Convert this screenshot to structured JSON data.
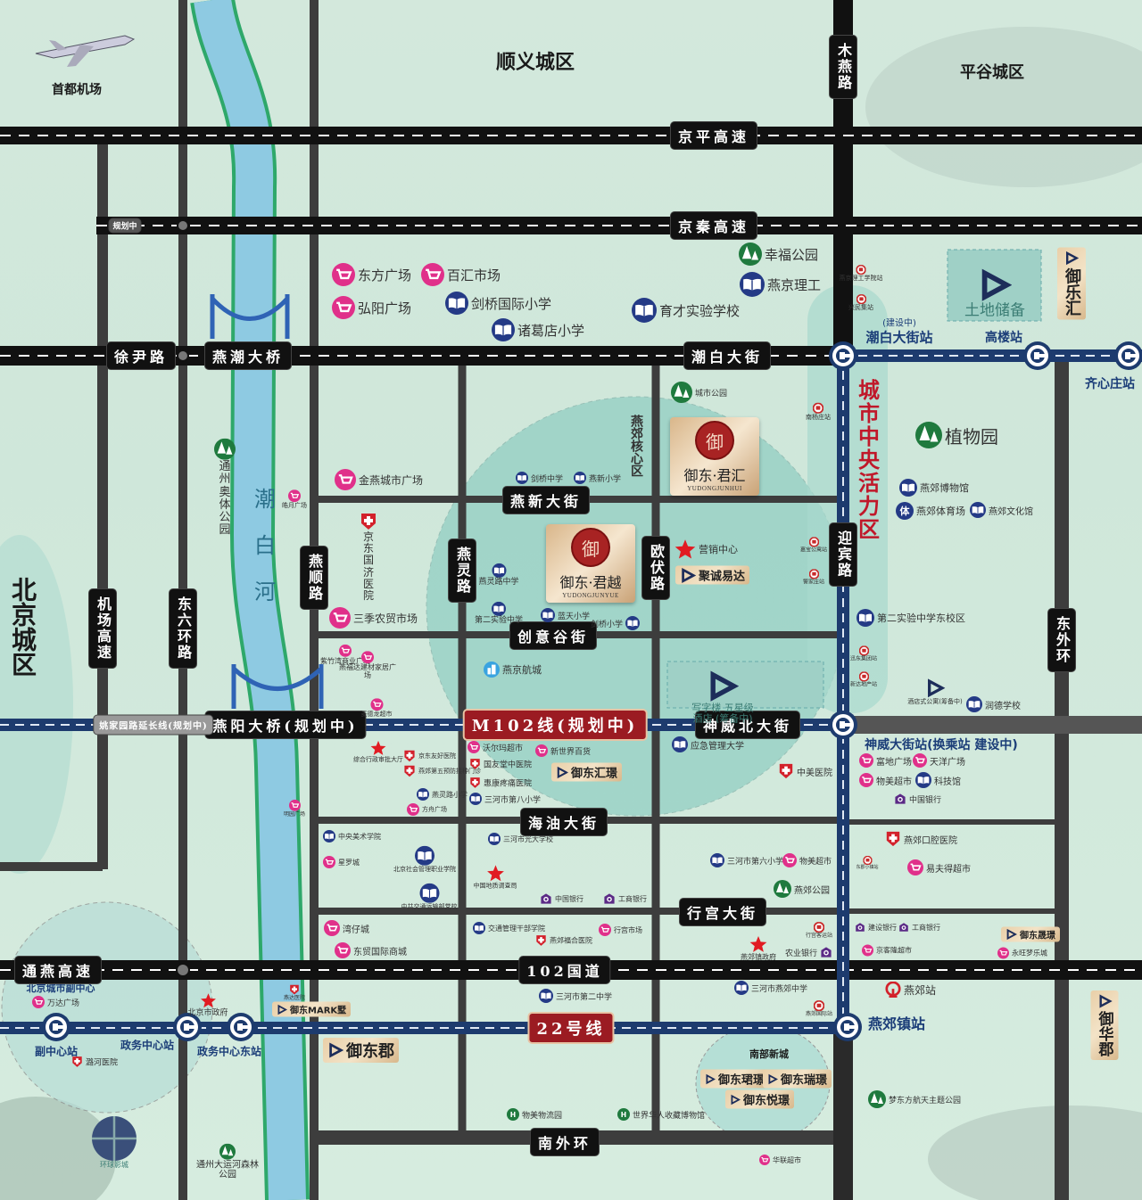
{
  "areas": {
    "shunyi": "顺义城区",
    "pinggu": "平谷城区",
    "beijing": "北京城区",
    "airport": "首都机场",
    "vibrant_zone": "城市中央活力区",
    "core_zone": "燕郊核心区",
    "south_new_city": "南部新城",
    "sub_center": "北京城市副中心"
  },
  "roads": [
    "京平高速",
    "京秦高速",
    "规划中",
    "徐尹路",
    "燕潮大桥",
    "潮白大街",
    "木燕路",
    "燕新大街",
    "创意谷街",
    "燕阳大桥(规划中)",
    "姚家园路延长线(规划中)",
    "M102线(规划中)",
    "神威北大街",
    "海油大街",
    "行宫大街",
    "102国道",
    "通燕高速",
    "22号线",
    "南外环",
    "燕顺路",
    "燕灵路",
    "欧伏路",
    "迎宾路",
    "机场高速",
    "东六环路",
    "东外环",
    "潮白河"
  ],
  "stations": [
    {
      "label": "潮白大街站",
      "note": "(建设中)"
    },
    {
      "label": "高楼站"
    },
    {
      "label": "齐心庄站"
    },
    {
      "label": "神威大街站(换乘站 建设中)"
    },
    {
      "label": "燕郊镇站"
    },
    {
      "label": "副中心站"
    },
    {
      "label": "政务中心站"
    },
    {
      "label": "政务中心东站"
    }
  ],
  "projects": [
    {
      "seal": "御",
      "name": "御东·君越",
      "pinyin": "YUDONGJUNYUE"
    },
    {
      "seal": "御",
      "name": "御东·君汇",
      "pinyin": "YUDONGJUNHUI"
    }
  ],
  "pois": [
    {
      "label": "东方广场",
      "icon": "shop"
    },
    {
      "label": "百汇市场",
      "icon": "shop"
    },
    {
      "label": "弘阳广场",
      "icon": "shop"
    },
    {
      "label": "剑桥国际小学",
      "icon": "school"
    },
    {
      "label": "诸葛店小学",
      "icon": "school"
    },
    {
      "label": "育才实验学校",
      "icon": "school"
    },
    {
      "label": "幸福公园",
      "icon": "park"
    },
    {
      "label": "燕京理工",
      "icon": "school"
    },
    {
      "label": "燕京理工学院站",
      "icon": "bus"
    },
    {
      "label": "兴民集站",
      "icon": "bus"
    },
    {
      "label": "土地储备",
      "icon": "brand"
    },
    {
      "label": "御乐汇",
      "icon": "brand"
    },
    {
      "label": "城市公园",
      "icon": "park"
    },
    {
      "label": "南杨庄站",
      "icon": "bus"
    },
    {
      "label": "植物园",
      "icon": "park"
    },
    {
      "label": "燕郊博物馆",
      "icon": "school"
    },
    {
      "label": "燕郊体育场",
      "icon": "sport"
    },
    {
      "label": "燕郊文化馆",
      "icon": "school"
    },
    {
      "label": "第二实验中学东校区",
      "icon": "school"
    },
    {
      "label": "迅东集团站",
      "icon": "bus"
    },
    {
      "label": "新达地产站",
      "icon": "bus"
    },
    {
      "label": "嘉宝公寓站",
      "icon": "bus"
    },
    {
      "label": "警家庄站",
      "icon": "bus"
    },
    {
      "label": "通州奥体公园",
      "icon": "park"
    },
    {
      "label": "金燕城市广场",
      "icon": "shop"
    },
    {
      "label": "皓月广场",
      "icon": "shop"
    },
    {
      "label": "京东国济医院",
      "icon": "hospital"
    },
    {
      "label": "三季农贸市场",
      "icon": "shop"
    },
    {
      "label": "紫竹湾商业广场",
      "icon": "shop"
    },
    {
      "label": "燕福达建材家居广场",
      "icon": "shop"
    },
    {
      "label": "麦德龙超市",
      "icon": "shop"
    },
    {
      "label": "剑桥中学",
      "icon": "school"
    },
    {
      "label": "燕新小学",
      "icon": "school"
    },
    {
      "label": "燕灵路中学",
      "icon": "school"
    },
    {
      "label": "第二实验中学",
      "icon": "school"
    },
    {
      "label": "蓝天小学",
      "icon": "school"
    },
    {
      "label": "剑桥小学",
      "icon": "school"
    },
    {
      "label": "营销中心",
      "icon": "star"
    },
    {
      "label": "聚诚易达",
      "icon": "brand"
    },
    {
      "label": "燕京航城",
      "icon": "building"
    },
    {
      "label": "写字楼 五星级酒店 (筹备中)",
      "icon": "brand"
    },
    {
      "label": "综合行政审批大厅",
      "icon": "star"
    },
    {
      "label": "京东友好医院",
      "icon": "hospital"
    },
    {
      "label": "燕郊第五预防接种门诊",
      "icon": "hospital"
    },
    {
      "label": "燕灵路小学",
      "icon": "school"
    },
    {
      "label": "方舟广场",
      "icon": "shop"
    },
    {
      "label": "沃尔玛超市",
      "icon": "shop"
    },
    {
      "label": "新世界百货",
      "icon": "shop"
    },
    {
      "label": "国友堂中医院",
      "icon": "hospital"
    },
    {
      "label": "惠康疼痛医院",
      "icon": "hospital"
    },
    {
      "label": "三河市第八小学",
      "icon": "school"
    },
    {
      "label": "御东汇璟",
      "icon": "brand"
    },
    {
      "label": "应急管理大学",
      "icon": "school"
    },
    {
      "label": "中美医院",
      "icon": "hospital"
    },
    {
      "label": "明园广场",
      "icon": "shop"
    },
    {
      "label": "中央美术学院",
      "icon": "school"
    },
    {
      "label": "星罗城",
      "icon": "shop"
    },
    {
      "label": "北京社会管理职业学院",
      "icon": "school"
    },
    {
      "label": "中共交通运输部党校",
      "icon": "school"
    },
    {
      "label": "三河市光大学校",
      "icon": "school"
    },
    {
      "label": "中国地质调查局",
      "icon": "star"
    },
    {
      "label": "中国银行",
      "icon": "bank"
    },
    {
      "label": "工商银行",
      "icon": "bank"
    },
    {
      "label": "三河市第六小学",
      "icon": "school"
    },
    {
      "label": "物美超市",
      "icon": "shop"
    },
    {
      "label": "燕郊公园",
      "icon": "park"
    },
    {
      "label": "行宫客运站",
      "icon": "bus"
    },
    {
      "label": "湾仔城",
      "icon": "shop"
    },
    {
      "label": "东贸国际商城",
      "icon": "shop"
    },
    {
      "label": "交通管理干部学院",
      "icon": "school"
    },
    {
      "label": "燕郊福合医院",
      "icon": "hospital"
    },
    {
      "label": "行宫市场",
      "icon": "shop"
    },
    {
      "label": "燕郊镇政府",
      "icon": "star"
    },
    {
      "label": "农业银行",
      "icon": "bank"
    },
    {
      "label": "三河市第二中学",
      "icon": "school"
    },
    {
      "label": "三河市燕郊中学",
      "icon": "school"
    },
    {
      "label": "燕郊国际站",
      "icon": "bus"
    },
    {
      "label": "御东郡",
      "icon": "brand"
    },
    {
      "label": "御东MARK墅",
      "icon": "brand"
    },
    {
      "label": "燕达医院",
      "icon": "hospital"
    },
    {
      "label": "北京市政府",
      "icon": "star"
    },
    {
      "label": "万达广场",
      "icon": "shop"
    },
    {
      "label": "潞河医院",
      "icon": "hospital"
    },
    {
      "label": "通州大运河森林公园",
      "icon": "park"
    },
    {
      "label": "环球影城",
      "icon": "globe"
    },
    {
      "label": "物美物流园",
      "icon": "h"
    },
    {
      "label": "世界华人收藏博物馆",
      "icon": "h"
    },
    {
      "label": "华联超市",
      "icon": "shop"
    },
    {
      "label": "御东珺璟",
      "icon": "brand"
    },
    {
      "label": "御东瑞璟",
      "icon": "brand"
    },
    {
      "label": "御东悦璟",
      "icon": "brand"
    },
    {
      "label": "梦东方航天主题公园",
      "icon": "park"
    },
    {
      "label": "燕郊站",
      "icon": "train"
    },
    {
      "label": "御华郡",
      "icon": "brand"
    },
    {
      "label": "御东晟璟",
      "icon": "brand"
    },
    {
      "label": "永旺梦乐城",
      "icon": "shop"
    },
    {
      "label": "建设银行",
      "icon": "bank"
    },
    {
      "label": "工商银行",
      "icon": "bank"
    },
    {
      "label": "京客隆超市",
      "icon": "shop"
    },
    {
      "label": "燕郊口腔医院",
      "icon": "hospital"
    },
    {
      "label": "易夫得超市",
      "icon": "shop"
    },
    {
      "label": "东郡小镇站",
      "icon": "bus"
    },
    {
      "label": "富地广场",
      "icon": "shop"
    },
    {
      "label": "天洋广场",
      "icon": "shop"
    },
    {
      "label": "物美超市",
      "icon": "shop"
    },
    {
      "label": "科技馆",
      "icon": "school"
    },
    {
      "label": "中国银行",
      "icon": "bank"
    },
    {
      "label": "酒店式公寓(筹备中)",
      "icon": "brand"
    },
    {
      "label": "润德学校",
      "icon": "school"
    }
  ],
  "colors": {
    "metro": "#1d3b6e",
    "road": "#111111",
    "river": "#8ecae2",
    "zone": "#7cc6bb",
    "accent_red": "#c0182a"
  }
}
